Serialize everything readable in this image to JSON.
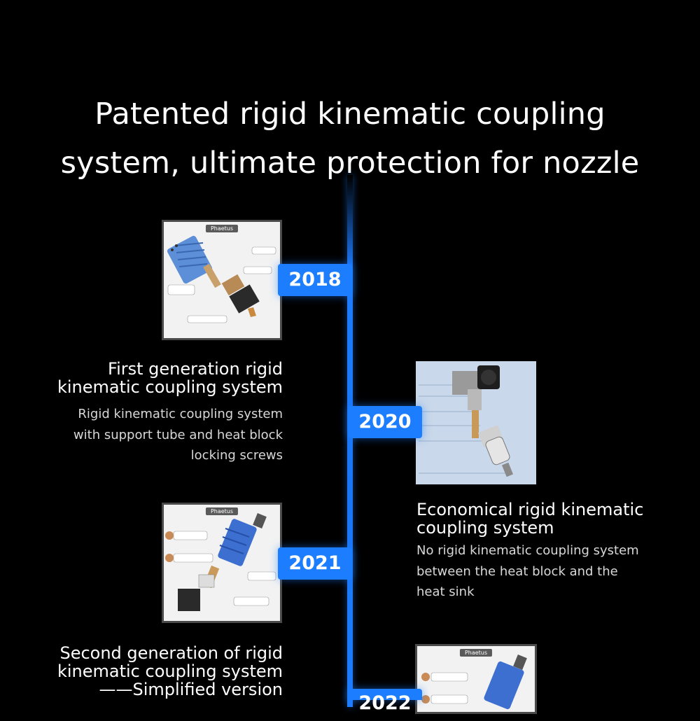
{
  "headline": {
    "line1": "Patented rigid kinematic coupling",
    "line2": "system, ultimate protection for nozzle"
  },
  "timeline": [
    {
      "year": "2018",
      "brand": "Phaetus",
      "title_line1": "First generation rigid",
      "title_line2": "kinematic coupling system",
      "desc_line1": "Rigid kinematic coupling system",
      "desc_line2": "with support tube and heat block",
      "desc_line3": "locking screws"
    },
    {
      "year": "2020",
      "title_line1": "Economical rigid kinematic",
      "title_line2": "coupling system",
      "desc_line1": "No rigid kinematic coupling system",
      "desc_line2": "between the heat block and the",
      "desc_line3": "heat sink"
    },
    {
      "year": "2021",
      "brand": "Phaetus",
      "title_line1": "Second generation of rigid",
      "title_line2": "kinematic coupling system",
      "title_line3": "——Simplified version"
    },
    {
      "year": "2022",
      "brand": "Phaetus"
    }
  ],
  "colors": {
    "background": "#000000",
    "accent": "#1c7dff",
    "text": "#ffffff",
    "muted_text": "#d8d8d8"
  }
}
